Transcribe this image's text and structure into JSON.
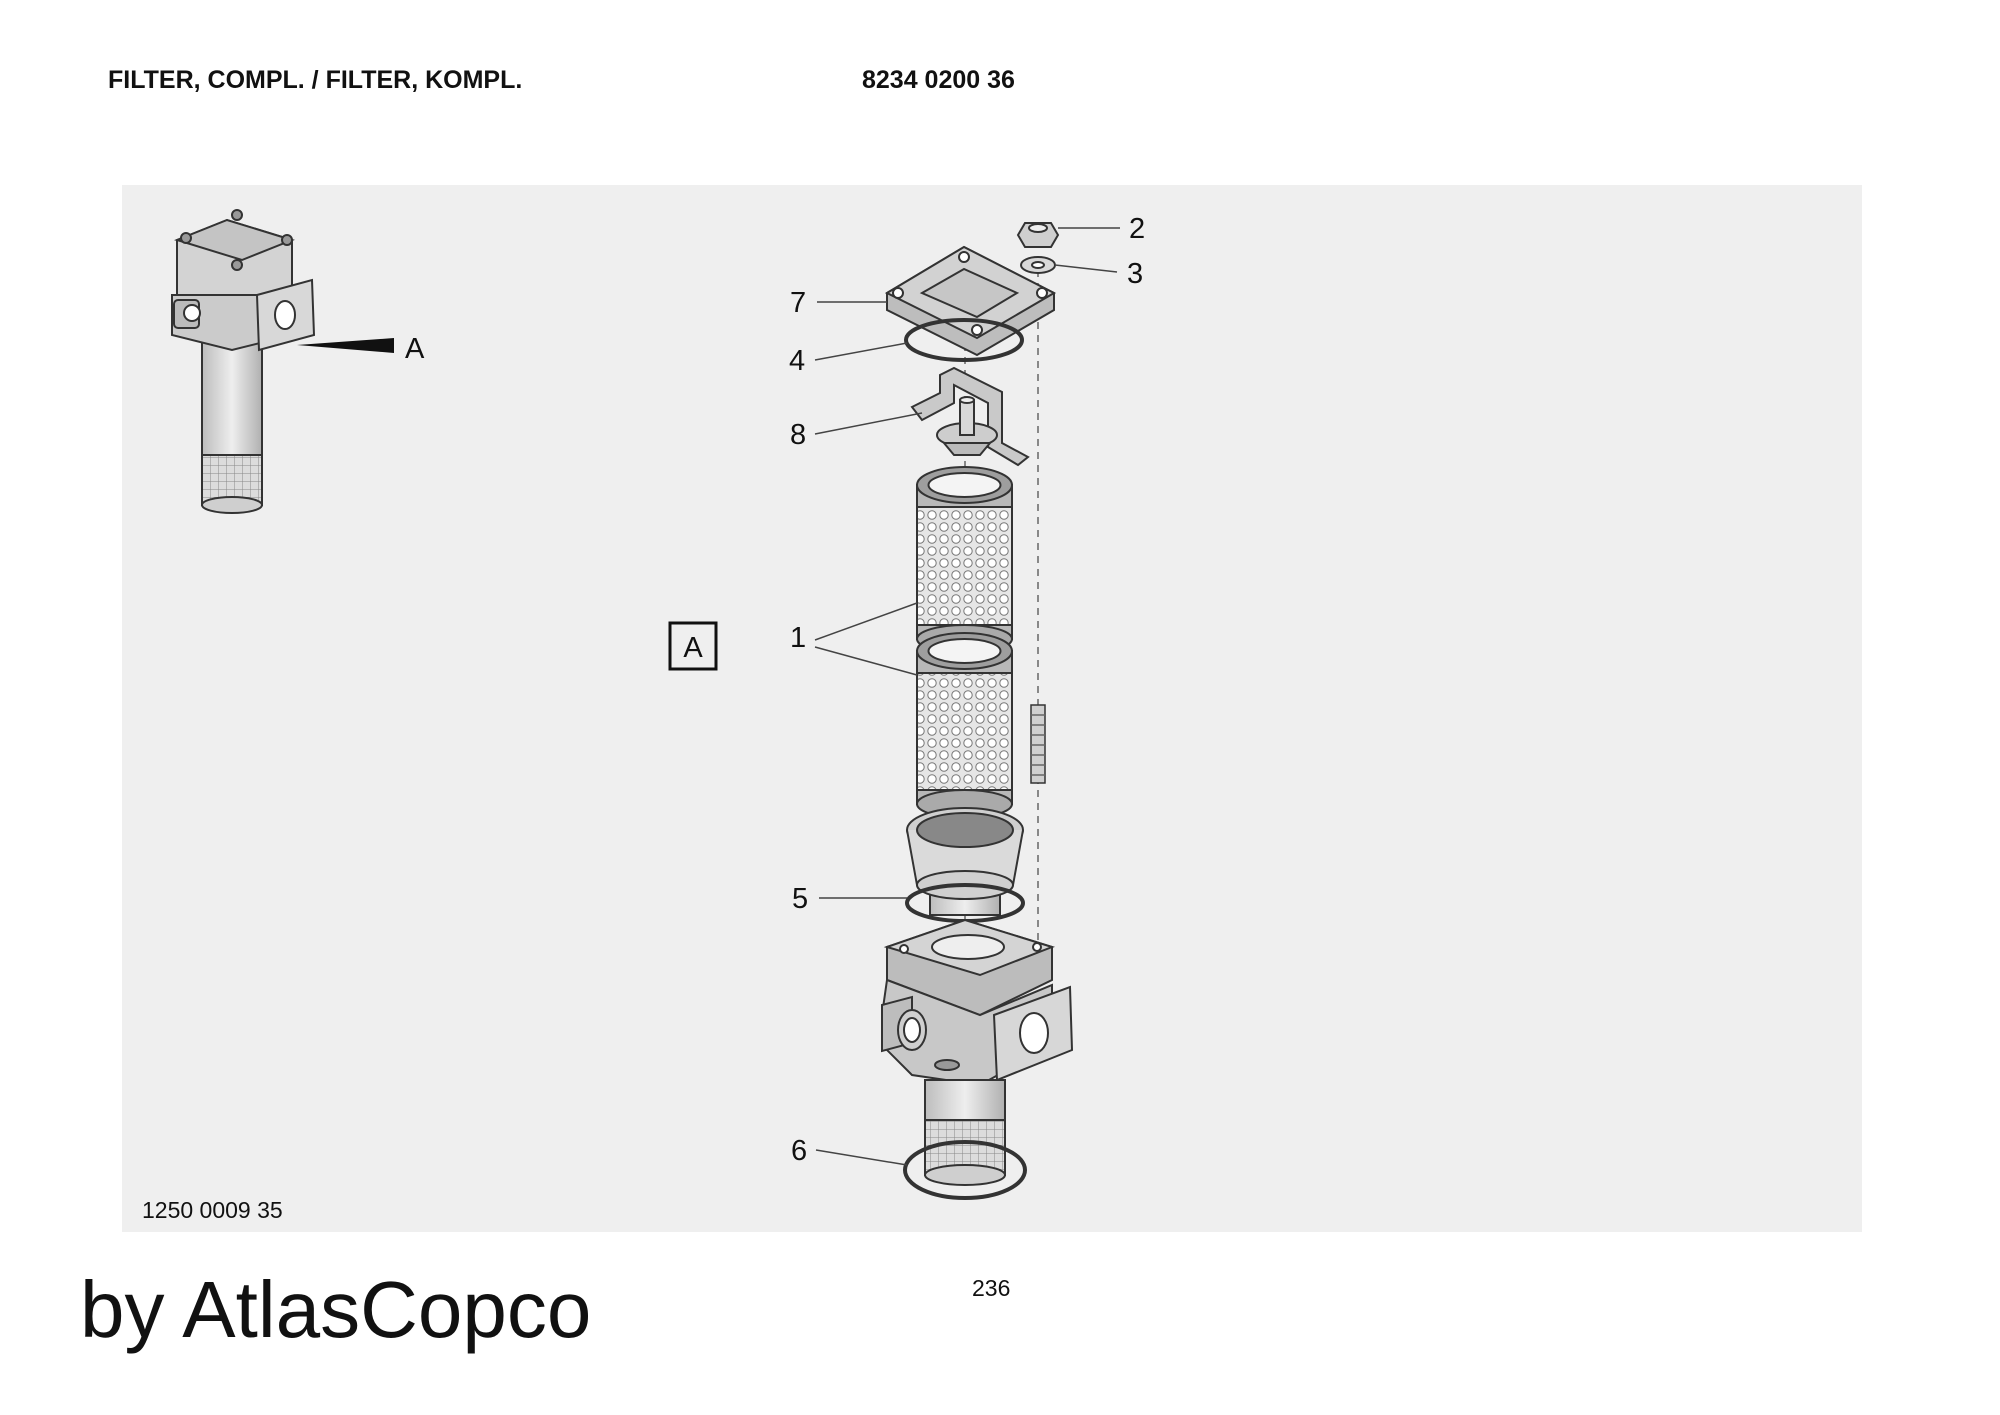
{
  "header": {
    "title": "FILTER, COMPL. / FILTER, KOMPL.",
    "part_number": "8234 0200 36"
  },
  "diagram": {
    "drawing_number": "1250 0009 35",
    "view_label": "A",
    "detail_label": "A",
    "callouts": [
      "1",
      "2",
      "3",
      "4",
      "5",
      "6",
      "7",
      "8"
    ]
  },
  "footer": {
    "page_number": "236",
    "brand": "by AtlasCopco"
  },
  "colors": {
    "panel": "#efefef",
    "part_fill": "#d6d6d6",
    "part_stroke": "#333333"
  }
}
